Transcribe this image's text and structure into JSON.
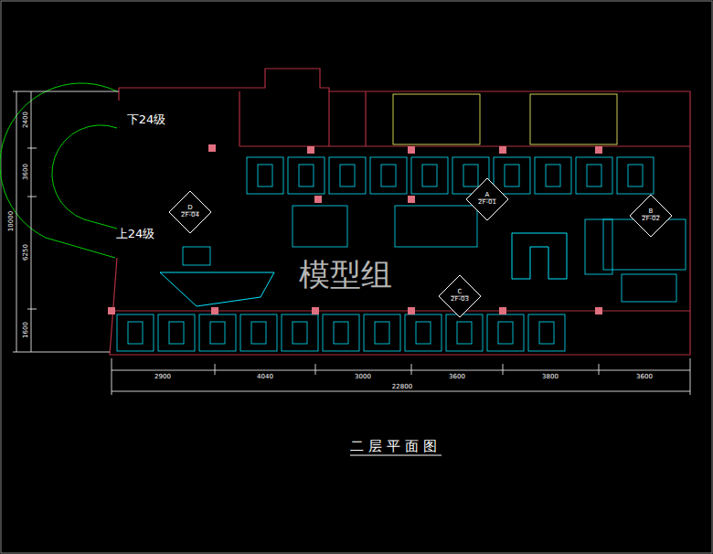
{
  "diagram": {
    "caption": "二层平面图",
    "nodes": [
      {
        "text": [
          "D",
          "2F-04"
        ]
      },
      {
        "text": [
          "A",
          "2F-01"
        ]
      },
      {
        "text": [
          "B",
          "2F-02"
        ]
      },
      {
        "text": [
          "C",
          "2F-03"
        ]
      }
    ],
    "labels": [
      "下24级",
      "上24级",
      "2400",
      "3600",
      "6250",
      "1600",
      "10000",
      "2900",
      "4040",
      "3000",
      "3600",
      "3800",
      "3600",
      "22800",
      "模型组"
    ]
  }
}
